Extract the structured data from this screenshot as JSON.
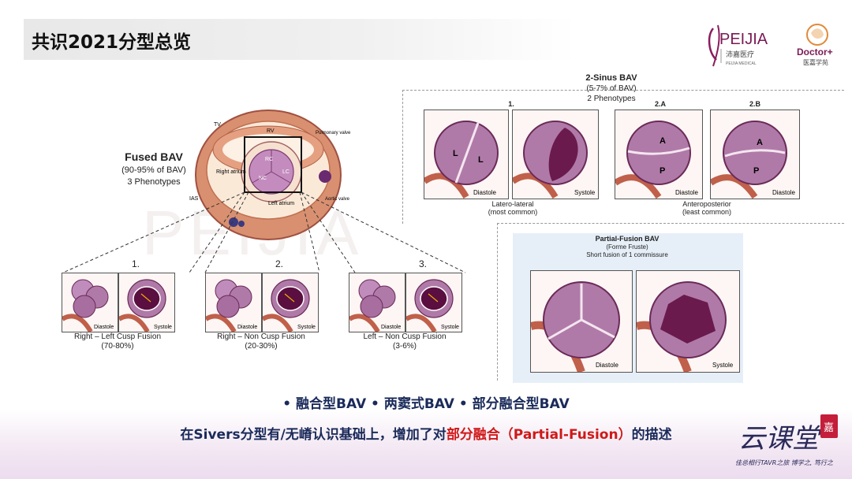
{
  "title": "共识2021分型总览",
  "logos": {
    "peijia_name": "PEIJIA",
    "peijia_cn": "沛嘉医疗",
    "peijia_sub": "PEIJIA MEDICAL",
    "doctor_name": "Doctor+",
    "doctor_cn": "医嘉学苑"
  },
  "fused": {
    "title": "Fused BAV",
    "pct": "(90-95% of BAV)",
    "phen": "3 Phenotypes",
    "anat": {
      "tv": "TV",
      "rv": "RV",
      "pulm": "Pulmonary valve",
      "ra": "Right atrium",
      "rc": "RC",
      "lc": "LC",
      "nc": "NC",
      "la": "Left atrium",
      "ias": "IAS",
      "aortic": "Aortic valve"
    },
    "panels": [
      {
        "num": "1.",
        "caption": "Right – Left  Cusp Fusion",
        "pct": "(70-80%)"
      },
      {
        "num": "2.",
        "caption": "Right – Non  Cusp Fusion",
        "pct": "(20-30%)"
      },
      {
        "num": "3.",
        "caption": "Left – Non  Cusp Fusion",
        "pct": "(3-6%)"
      }
    ],
    "diastole": "Diastole",
    "systole": "Systole"
  },
  "sinus": {
    "title": "2-Sinus BAV",
    "pct": "(5-7% of BAV)",
    "phen": "2 Phenotypes",
    "p1": "1.",
    "p2a": "2.A",
    "p2b": "2.B",
    "L": "L",
    "A": "A",
    "P": "P",
    "diastole": "Diastole",
    "systole": "Systole",
    "cap1": "Latero-lateral",
    "cap1b": "(most common)",
    "cap2": "Anteroposterior",
    "cap2b": "(least common)"
  },
  "partial": {
    "title": "Partial-Fusion BAV",
    "sub1": "(Forme Fruste)",
    "sub2": "Short fusion of 1 commissure",
    "diastole": "Diastole",
    "systole": "Systole"
  },
  "bullets": "• 融合型BAV  • 两窦式BAV  • 部分融合型BAV",
  "desc_pre": "在Sivers分型有/无嵴认识基础上，增加了对",
  "desc_red": "部分融合（Partial-Fusion）",
  "desc_post": "的描述",
  "brand": {
    "main": "云课堂",
    "seal": "嘉",
    "slogan": "佳总相行TAVR之旅 博学之, 笃行之"
  },
  "colors": {
    "valve": "#b07aa8",
    "valve_dark": "#6a2a58",
    "tissue": "#c0604a",
    "red_text": "#d01818",
    "navy": "#1a2a5a"
  }
}
